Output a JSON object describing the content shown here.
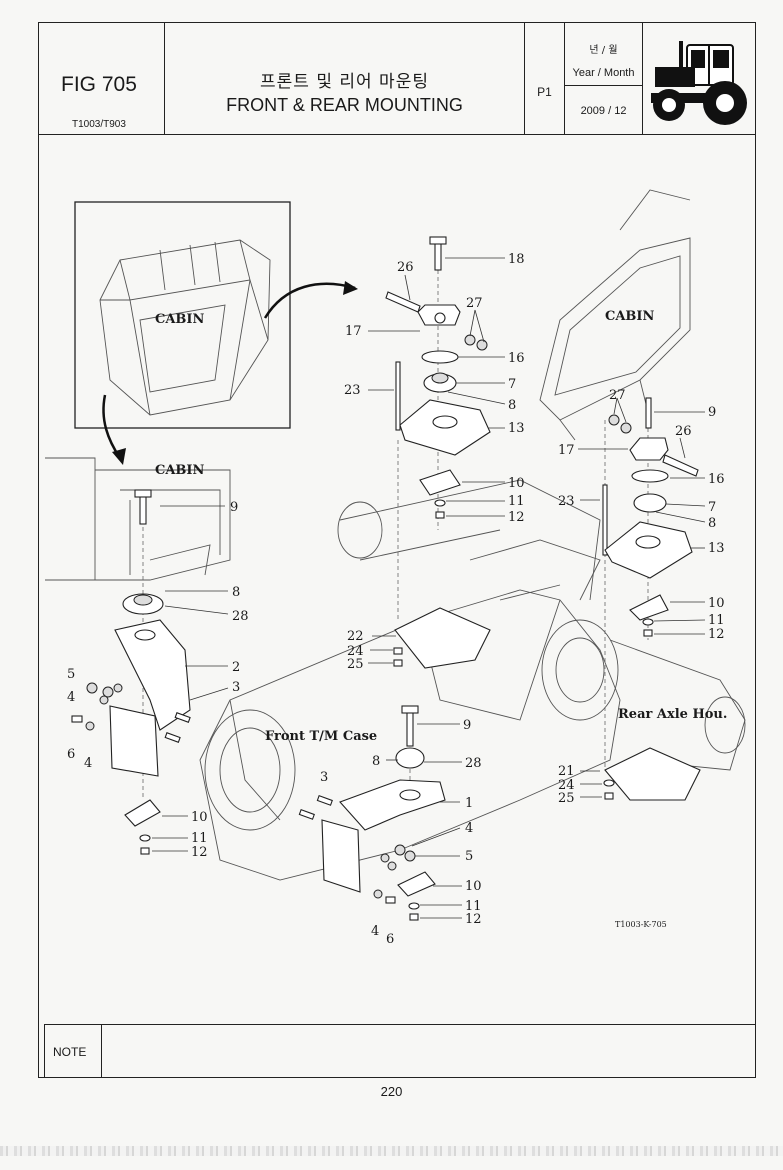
{
  "header": {
    "fig_number": "FIG 705",
    "model": "T1003/T903",
    "title_korean": "프론트 및 리어 마운팅",
    "title_english": "FRONT & REAR MOUNTING",
    "page_code": "P1",
    "year_month_korean": "년 / 월",
    "year_month_english": "Year / Month",
    "date": "2009 / 12",
    "logo": "tractor-icon"
  },
  "diagram": {
    "captions": {
      "cabin_inset": "CABIN",
      "cabin_right": "CABIN",
      "cabin_left": "CABIN",
      "front_case": "Front T/M Case",
      "rear_axle": "Rear Axle Hou."
    },
    "drawing_code": "T1003-K-705",
    "parts": {
      "p1": "1",
      "p2": "2",
      "p3a": "3",
      "p3b": "3",
      "p4a": "4",
      "p4b": "4",
      "p4c": "4",
      "p4d": "4",
      "p5a": "5",
      "p5b": "5",
      "p6a": "6",
      "p6b": "6",
      "p7a": "7",
      "p7b": "7",
      "p8a": "8",
      "p8b": "8",
      "p8c": "8",
      "p8d": "8",
      "p9a": "9",
      "p9b": "9",
      "p9c": "9",
      "p10a": "10",
      "p10b": "10",
      "p10c": "10",
      "p10d": "10",
      "p11a": "11",
      "p11b": "11",
      "p11c": "11",
      "p11d": "11",
      "p12a": "12",
      "p12b": "12",
      "p12c": "12",
      "p12d": "12",
      "p13a": "13",
      "p13b": "13",
      "p16a": "16",
      "p16b": "16",
      "p17a": "17",
      "p17b": "17",
      "p18": "18",
      "p21": "21",
      "p22": "22",
      "p23a": "23",
      "p23b": "23",
      "p24a": "24",
      "p24b": "24",
      "p25a": "25",
      "p25b": "25",
      "p26a": "26",
      "p26b": "26",
      "p27a": "27",
      "p27b": "27",
      "p28a": "28",
      "p28b": "28"
    }
  },
  "note": {
    "label": "NOTE",
    "text": ""
  },
  "page_number": "220"
}
